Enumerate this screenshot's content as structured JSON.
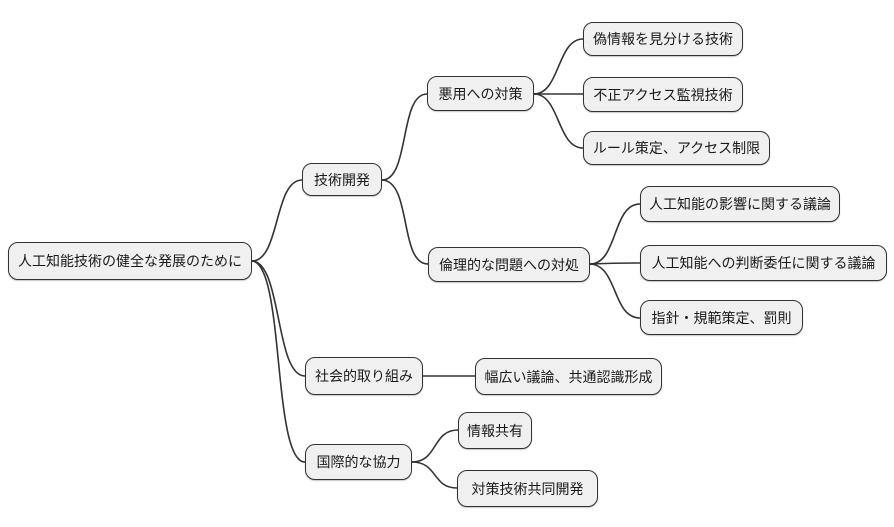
{
  "mindmap": {
    "title": "人工知能技術の健全な発展のために",
    "root": {
      "label": "人工知能技術の健全な発展のために"
    },
    "branches": [
      {
        "label": "技術開発",
        "children": [
          {
            "label": "悪用への対策",
            "children": [
              {
                "label": "偽情報を見分ける技術"
              },
              {
                "label": "不正アクセス監視技術"
              },
              {
                "label": "ルール策定、アクセス制限"
              }
            ]
          },
          {
            "label": "倫理的な問題への対処",
            "children": [
              {
                "label": "人工知能の影響に関する議論"
              },
              {
                "label": "人工知能への判断委任に関する議論"
              },
              {
                "label": "指針・規範策定、罰則"
              }
            ]
          }
        ]
      },
      {
        "label": "社会的取り組み",
        "children": [
          {
            "label": "幅広い議論、共通認識形成"
          }
        ]
      },
      {
        "label": "国際的な協力",
        "children": [
          {
            "label": "情報共有"
          },
          {
            "label": "対策技術共同開発"
          }
        ]
      }
    ],
    "colors": {
      "node_fill": "#f0f0f0",
      "node_border": "#323232",
      "edge": "#333333",
      "text": "#1a1a1a",
      "background": "#ffffff"
    }
  }
}
